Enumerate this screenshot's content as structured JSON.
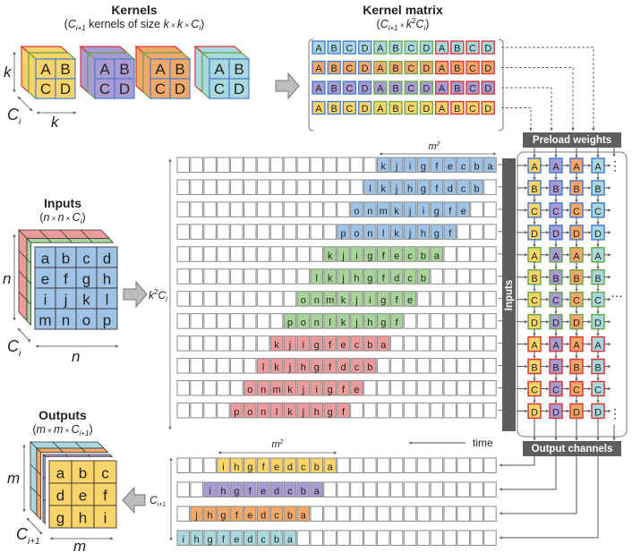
{
  "colors": {
    "yellow": "#f9d46a",
    "purple": "#a99bd3",
    "orange": "#f2a868",
    "cyan": "#a9d8df",
    "blue_fill": "#9fc3e7",
    "green_fill": "#a8d49a",
    "red_fill": "#eb9b9b",
    "blue_border": "#4a7fd0",
    "green_border": "#6bab4c",
    "red_border": "#d93838",
    "dark_box": "#5e5e5e",
    "arrow_gray": "#b8b8b8"
  },
  "kernels": {
    "title": "Kernels",
    "subtitle_parts": [
      "(",
      "C",
      "i+1",
      " kernels of size ",
      "k",
      " × ",
      "k",
      " × ",
      "C",
      "i",
      ")"
    ],
    "cube_letters": [
      "A",
      "B",
      "C",
      "D"
    ],
    "cube_fills": [
      "yellow",
      "purple",
      "orange",
      "cyan"
    ],
    "axis_k_vertical": "k",
    "axis_k_horizontal": "k",
    "axis_depth": "C",
    "axis_depth_sub": "i"
  },
  "kernel_matrix": {
    "title": "Kernel matrix",
    "subtitle": "(C i+1 × k2 C i)",
    "rows": [
      {
        "fill": "cyan",
        "letters": [
          "A",
          "B",
          "C",
          "D",
          "A",
          "B",
          "C",
          "D",
          "A",
          "B",
          "C",
          "D"
        ]
      },
      {
        "fill": "orange",
        "letters": [
          "A",
          "B",
          "C",
          "D",
          "A",
          "B",
          "C",
          "D",
          "A",
          "B",
          "C",
          "D"
        ]
      },
      {
        "fill": "purple",
        "letters": [
          "A",
          "B",
          "C",
          "D",
          "A",
          "B",
          "C",
          "D",
          "A",
          "B",
          "C",
          "D"
        ]
      },
      {
        "fill": "yellow",
        "letters": [
          "A",
          "B",
          "C",
          "D",
          "A",
          "B",
          "C",
          "D",
          "A",
          "B",
          "C",
          "D"
        ]
      }
    ],
    "border_groups": [
      "blue_border",
      "blue_border",
      "blue_border",
      "blue_border",
      "green_border",
      "green_border",
      "green_border",
      "green_border",
      "red_border",
      "red_border",
      "red_border",
      "red_border"
    ]
  },
  "inputs_cube": {
    "title": "Inputs",
    "subtitle": "(n × n × C i)",
    "letters": [
      [
        "a",
        "b",
        "c",
        "d"
      ],
      [
        "e",
        "f",
        "g",
        "h"
      ],
      [
        "i",
        "j",
        "k",
        "l"
      ],
      [
        "m",
        "n",
        "o",
        "p"
      ]
    ],
    "axis_vertical": "n",
    "axis_horizontal": "n",
    "axis_depth": "C",
    "axis_depth_sub": "i",
    "arrow_label": "k2Ci"
  },
  "input_stream": {
    "m2_label": "m2",
    "cells_per_row": 24,
    "rows": [
      {
        "group": "blue",
        "start": 15,
        "letters": [
          "k",
          "j",
          "i",
          "g",
          "f",
          "e",
          "c",
          "b",
          "a"
        ]
      },
      {
        "group": "blue",
        "start": 14,
        "letters": [
          "l",
          "k",
          "j",
          "h",
          "g",
          "f",
          "d",
          "c",
          "b"
        ]
      },
      {
        "group": "blue",
        "start": 13,
        "letters": [
          "o",
          "n",
          "m",
          "k",
          "j",
          "i",
          "g",
          "f",
          "e"
        ]
      },
      {
        "group": "blue",
        "start": 12,
        "letters": [
          "p",
          "o",
          "n",
          "l",
          "k",
          "j",
          "h",
          "g",
          "f"
        ]
      },
      {
        "group": "green",
        "start": 11,
        "letters": [
          "k",
          "j",
          "i",
          "g",
          "f",
          "e",
          "c",
          "b",
          "a"
        ]
      },
      {
        "group": "green",
        "start": 10,
        "letters": [
          "l",
          "k",
          "j",
          "h",
          "g",
          "f",
          "d",
          "c",
          "b"
        ]
      },
      {
        "group": "green",
        "start": 9,
        "letters": [
          "o",
          "n",
          "m",
          "k",
          "j",
          "i",
          "g",
          "f",
          "e"
        ]
      },
      {
        "group": "green",
        "start": 8,
        "letters": [
          "p",
          "o",
          "n",
          "l",
          "k",
          "j",
          "h",
          "g",
          "f"
        ]
      },
      {
        "group": "red",
        "start": 7,
        "letters": [
          "k",
          "j",
          "i",
          "g",
          "f",
          "e",
          "c",
          "b",
          "a"
        ]
      },
      {
        "group": "red",
        "start": 6,
        "letters": [
          "l",
          "k",
          "j",
          "h",
          "g",
          "f",
          "d",
          "c",
          "b"
        ]
      },
      {
        "group": "red",
        "start": 5,
        "letters": [
          "o",
          "n",
          "m",
          "k",
          "j",
          "i",
          "g",
          "f",
          "e"
        ]
      },
      {
        "group": "red",
        "start": 4,
        "letters": [
          "p",
          "o",
          "n",
          "l",
          "k",
          "j",
          "h",
          "g",
          "f"
        ]
      }
    ],
    "inputs_bar_label": "Inputs",
    "time_label": "time"
  },
  "systolic": {
    "preload_label": "Preload weights",
    "output_label": "Output channels",
    "row_letters": [
      "A",
      "B",
      "C",
      "D",
      "A",
      "B",
      "C",
      "D",
      "A",
      "B",
      "C",
      "D"
    ],
    "col_fills": [
      "yellow",
      "purple",
      "orange",
      "cyan"
    ],
    "row_borders": [
      "blue_border",
      "blue_border",
      "blue_border",
      "blue_border",
      "green_border",
      "green_border",
      "green_border",
      "green_border",
      "red_border",
      "red_border",
      "red_border",
      "red_border"
    ],
    "ellipsis": "…"
  },
  "output_stream": {
    "m2_label": "m2",
    "axis_label": "C",
    "axis_sub": "i+1",
    "cells_per_row": 24,
    "rows": [
      {
        "fill": "yellow",
        "start": 3,
        "letters": [
          "i",
          "h",
          "g",
          "f",
          "e",
          "d",
          "c",
          "b",
          "a"
        ]
      },
      {
        "fill": "purple",
        "start": 2,
        "letters": [
          "i",
          "h",
          "g",
          "f",
          "e",
          "d",
          "c",
          "b",
          "a"
        ]
      },
      {
        "fill": "orange",
        "start": 1,
        "letters": [
          "j",
          "h",
          "g",
          "f",
          "e",
          "d",
          "c",
          "b",
          "a"
        ]
      },
      {
        "fill": "cyan",
        "start": 0,
        "letters": [
          "i",
          "h",
          "g",
          "f",
          "e",
          "d",
          "c",
          "b",
          "a"
        ]
      }
    ]
  },
  "outputs_cube": {
    "title": "Outputs",
    "subtitle": "(m × m × C i+1)",
    "letters": [
      [
        "a",
        "b",
        "c"
      ],
      [
        "d",
        "e",
        "f"
      ],
      [
        "g",
        "h",
        "i"
      ]
    ],
    "axis_vertical": "m",
    "axis_horizontal": "m",
    "axis_depth": "C",
    "axis_depth_sub": "i+1"
  }
}
